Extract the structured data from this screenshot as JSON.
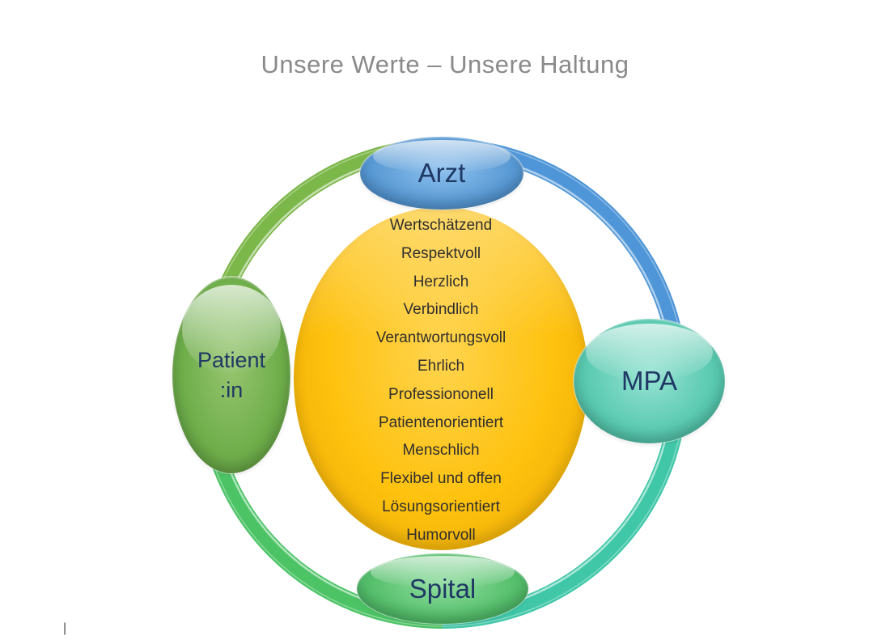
{
  "slide": {
    "title": "Unsere Werte – Unsere Haltung",
    "title_color": "#8A8A8A"
  },
  "footer": {
    "mark": "|"
  },
  "diagram": {
    "node_text_color": "#1F3864",
    "center": {
      "text_color": "#2F2F2F",
      "colors": {
        "light": "#FFD44F",
        "base": "#FEC10D",
        "dark": "#E8A606"
      },
      "values": [
        "Wertschätzend",
        "Respektvoll",
        "Herzlich",
        "Verbindlich",
        "Verantwortungsvoll",
        "Ehrlich",
        "Professiononell",
        "Patientenorientiert",
        "Menschlich",
        "Flexibel und offen",
        "Lösungsorientiert",
        "Humorvoll"
      ]
    },
    "nodes": {
      "arzt": {
        "label": "Arzt",
        "colors": {
          "light": "#8EC1EE",
          "base": "#5B9BD5",
          "dark": "#3A7FC2"
        }
      },
      "mpa": {
        "label": "MPA",
        "colors": {
          "light": "#96E3D3",
          "base": "#5BCAB1",
          "dark": "#3CAB91"
        }
      },
      "spital": {
        "label": "Spital",
        "colors": {
          "light": "#8FDD9F",
          "base": "#57C06D",
          "dark": "#38A456"
        }
      },
      "patient": {
        "label_line1": "Patient",
        "label_line2": ":in",
        "colors": {
          "light": "#97C570",
          "base": "#6FAE4B",
          "dark": "#568F38"
        }
      }
    },
    "ring": {
      "top_left": "#7CB74A",
      "top_right": "#4E96D8",
      "bottom_right": "#40C7A8",
      "bottom_left": "#4CC466"
    }
  }
}
